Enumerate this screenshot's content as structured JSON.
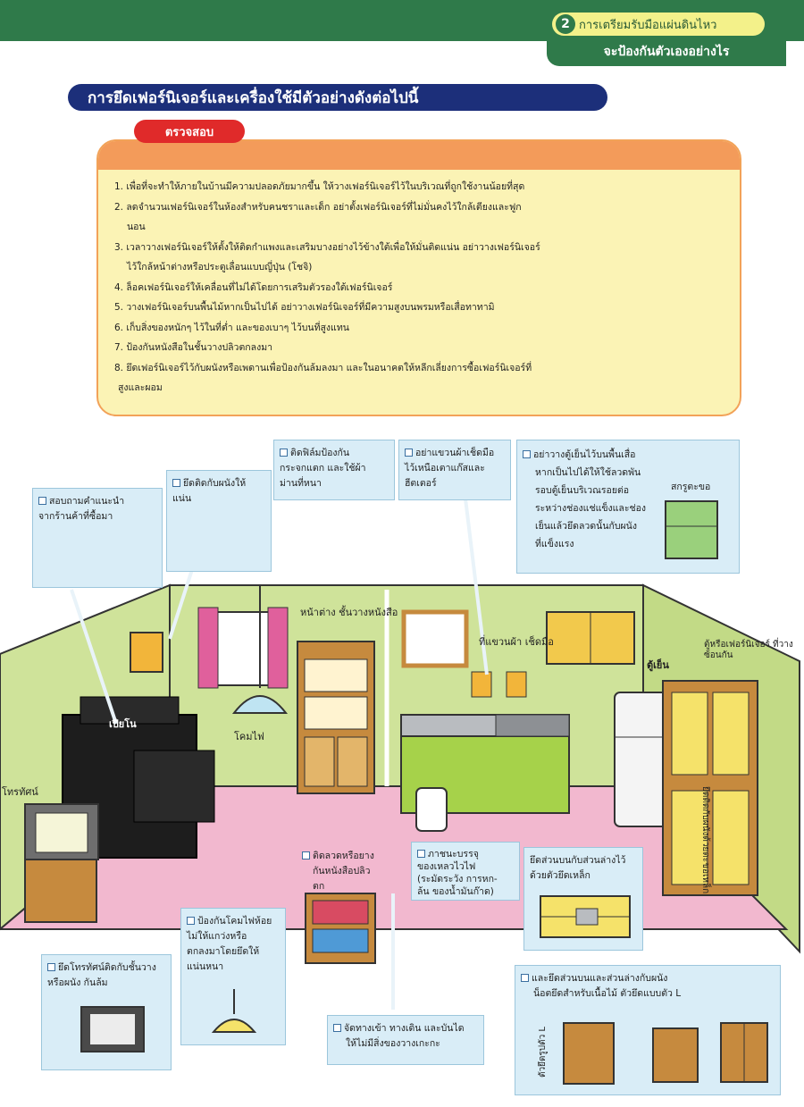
{
  "header": {
    "chapter_number": "2",
    "chapter_title": "การเตรียมรับมือแผ่นดินไหว",
    "subtitle": "จะป้องกันตัวเองอย่างไร"
  },
  "section": {
    "title": "การยึดเฟอร์นิเจอร์และเครื่องใช้มีตัวอย่างดังต่อไปนี้"
  },
  "checklist": {
    "tag": "ตรวจสอบ",
    "items": [
      "1. เพื่อที่จะทำให้ภายในบ้านมีความปลอดภัยมากขึ้น ให้วางเฟอร์นิเจอร์ไว้ในบริเวณที่ถูกใช้งานน้อยที่สุด",
      "2. ลดจำนวนเฟอร์นิเจอร์ในห้องสำหรับคนชราและเด็ก อย่าตั้งเฟอร์นิเจอร์ที่ไม่มั่นคงไว้ใกล้เตียงและฟูก",
      "นอน",
      "3. เวลาวางเฟอร์นิเจอร์ให้ตั้งให้ติดกำแพงและเสริมบางอย่างไว้ข้างใต้เพื่อให้มั่นติดแน่น อย่าวางเฟอร์นิเจอร์",
      "ไว้ใกล้หน้าต่างหรือประตูเลื่อนแบบญี่ปุ่น (โชจิ)",
      "4. ล็อคเฟอร์นิเจอร์ให้เคลื่อนที่ไม่ได้โดยการเสริมตัวรองใต้เฟอร์นิเจอร์",
      "5. วางเฟอร์นิเจอร์บนพื้นไม้หากเป็นไปได้ อย่าวางเฟอร์นิเจอร์ที่มีความสูงบนพรมหรือเสื่อทาทามิ",
      "6. เก็บสิ่งของหนักๆ ไว้ในที่ต่ำ และของเบาๆ ไว้บนที่สูงแทน",
      "7. ป้องกันหนังสือในชั้นวางปลิวตกลงมา",
      "8. ยึดเฟอร์นิเจอร์ไว้กับผนังหรือเพดานเพื่อป้องกันล้มลงมา และในอนาคตให้หลีกเลี่ยงการซื้อเฟอร์นิเจอร์ที่",
      "สูงและผอม"
    ]
  },
  "callouts": {
    "consult_shop": [
      "สอบถามคำแนะนำ",
      "จากร้านค้าที่ซื้อมา"
    ],
    "fix_wall": [
      "ยึดติดกับผนังให้",
      "แน่น"
    ],
    "film": [
      "ติดฟิล์มป้องกัน",
      "กระจกแตก และใช้ผ้า",
      "ม่านที่หนา"
    ],
    "towel": [
      "อย่าแขวนผ้าเช็ดมือ",
      "ไว้เหนือเตาแก๊สและ",
      "ฮีตเตอร์"
    ],
    "fridge": [
      "อย่าวางตู้เย็นไว้บนพื้นเสื่อ",
      "หากเป็นไปได้ให้ใช้ลวดพัน",
      "รอบตู้เย็นบริเวณรอยต่อ",
      "ระหว่างช่องแช่แข็งและช่อง",
      "เย็นแล้วยึดลวดนั้นกับผนัง",
      "ที่แข็งแรง"
    ],
    "hook_label": "สกรูตะขอ",
    "wire_books": [
      "ติดลวดหรือยาง",
      "กันหนังสือปลิว",
      "ตก"
    ],
    "lamp": [
      "ป้องกันโคมไฟห้อย",
      "ไม่ให้แกว่งหรือ",
      "ตกลงมาโดยยึดให้",
      "แน่นหนา"
    ],
    "liquid": [
      "ภาชนะบรรจุ",
      "ของเหลวไวไฟ",
      "(ระมัดระวัง การหก-",
      "ล้น ของน้ำมันก๊าด)"
    ],
    "tv": [
      "ยึดโทรทัศน์ติดกับชั้นวาง",
      "หรือผนัง กันล้ม"
    ],
    "walkway": [
      "จัดทางเข้า ทางเดิน และบันได",
      "ให้ไม่มีสิ่งของวางเกะกะ"
    ],
    "plates": [
      "ยึดส่วนบนกับส่วนล่างไว้",
      "ด้วยตัวยึดเหล็ก"
    ],
    "wall_top": [
      "และยึดส่วนบนและส่วนล่างกับผนัง",
      "น็อตยึดสำหรับเนื้อไม้ ตัวยึดแบบตัว L"
    ],
    "l_bracket": "ตัวยึดรูปตัว L"
  },
  "room_labels": {
    "window_shelf": [
      "หน้าต่าง",
      "ชั้นวางหนังสือ"
    ],
    "towel_hanger": [
      "ที่แขวนผ้า",
      "เช็ดมือ"
    ],
    "piano": "เปียโน",
    "lamp": "โคมไฟ",
    "tv": "โทรทัศน์",
    "fridge": "ตู้เย็น",
    "cabinet": [
      "ตู้หรือเฟอร์นิเจอร์",
      "ที่วางซ้อนกัน"
    ],
    "wall_fix_vertical": "ยึดติดกับผนังด้วยตะขอเหล็ก"
  },
  "colors": {
    "header_green": "#2f7a4a",
    "title_navy": "#1c2f7a",
    "check_orange": "#f39b5a",
    "check_bg": "#fbf3b5",
    "tag_red": "#e02a2a",
    "callout_bg": "#d9edf7",
    "wall_green": "#cfe39a",
    "floor_pink": "#f2b8cf"
  }
}
